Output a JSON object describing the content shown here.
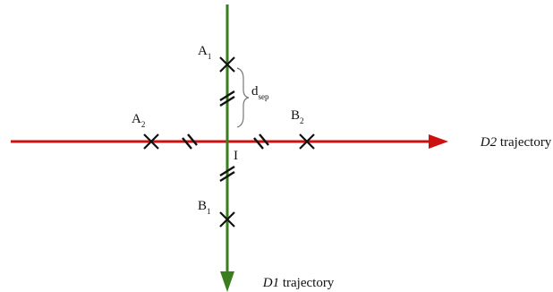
{
  "colors": {
    "d1_line": "#3a7d1f",
    "d2_line": "#cc1111",
    "marks": "#111111",
    "brace": "#777777"
  },
  "labels": {
    "a1": {
      "main": "A",
      "sub": "1"
    },
    "a2": {
      "main": "A",
      "sub": "2"
    },
    "b1": {
      "main": "B",
      "sub": "1"
    },
    "b2": {
      "main": "B",
      "sub": "2"
    },
    "intersection": "I",
    "separation": {
      "main": "d",
      "sub": "sep"
    }
  },
  "trajectories": {
    "d1": {
      "name": "D1",
      "suffix": " trajectory"
    },
    "d2": {
      "name": "D2",
      "suffix": " trajectory"
    }
  },
  "icons": {
    "point_marker": "cross-mark",
    "separation_marker": "double-slash",
    "direction": "arrowhead"
  }
}
